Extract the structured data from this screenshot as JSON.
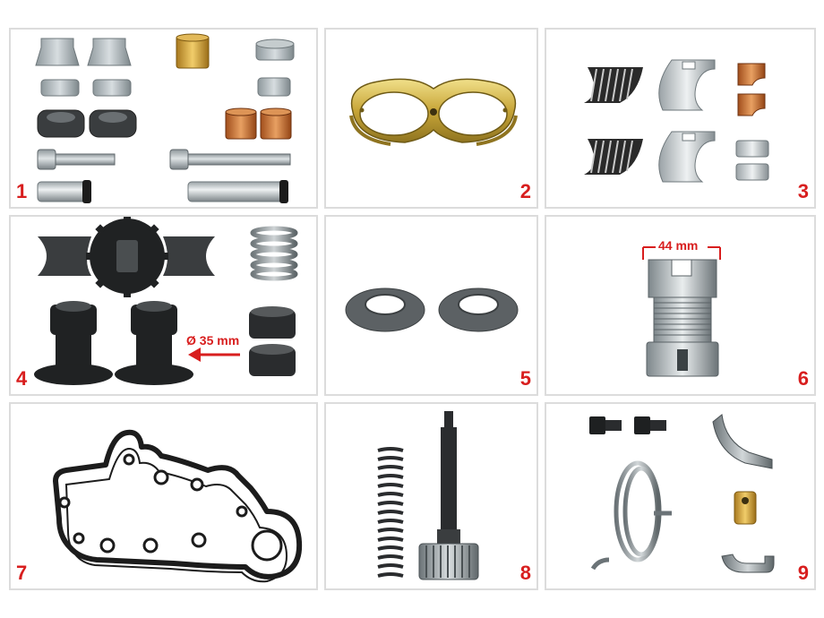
{
  "panels": [
    {
      "number": "1"
    },
    {
      "number": "2"
    },
    {
      "number": "3"
    },
    {
      "number": "4",
      "dimension": "Ø 35 mm"
    },
    {
      "number": "5"
    },
    {
      "number": "6",
      "dimension": "44 mm"
    },
    {
      "number": "7"
    },
    {
      "number": "8"
    },
    {
      "number": "9"
    }
  ],
  "colors": {
    "accent": "#d81e1e",
    "border": "#dcdcdc"
  }
}
